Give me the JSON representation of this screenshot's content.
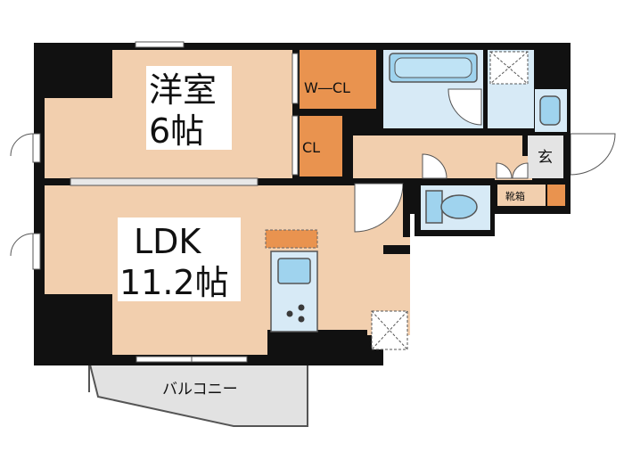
{
  "rooms": {
    "bedroom": {
      "name": "洋室",
      "size": "6帖"
    },
    "ldk": {
      "name": "LDK",
      "size": "11.2帖"
    },
    "walk_in_closet": {
      "name": "W―CL"
    },
    "closet": {
      "name": "CL"
    },
    "entrance": {
      "name": "玄"
    },
    "shoe_box": {
      "name": "靴箱"
    },
    "balcony": {
      "name": "バルコニー"
    }
  },
  "colors": {
    "room_floor": "#f2cfae",
    "closet": "#e9934f",
    "wet_area": "#d7eaf6",
    "fixture": "#9fd3ee",
    "wall": "#111111",
    "balcony": "#e2e2e2"
  },
  "icons": [
    "bathtub-icon",
    "toilet-icon",
    "kitchen-sink-icon",
    "stove-icon",
    "washbasin-icon",
    "washer-pan-icon",
    "fridge-space-icon"
  ]
}
